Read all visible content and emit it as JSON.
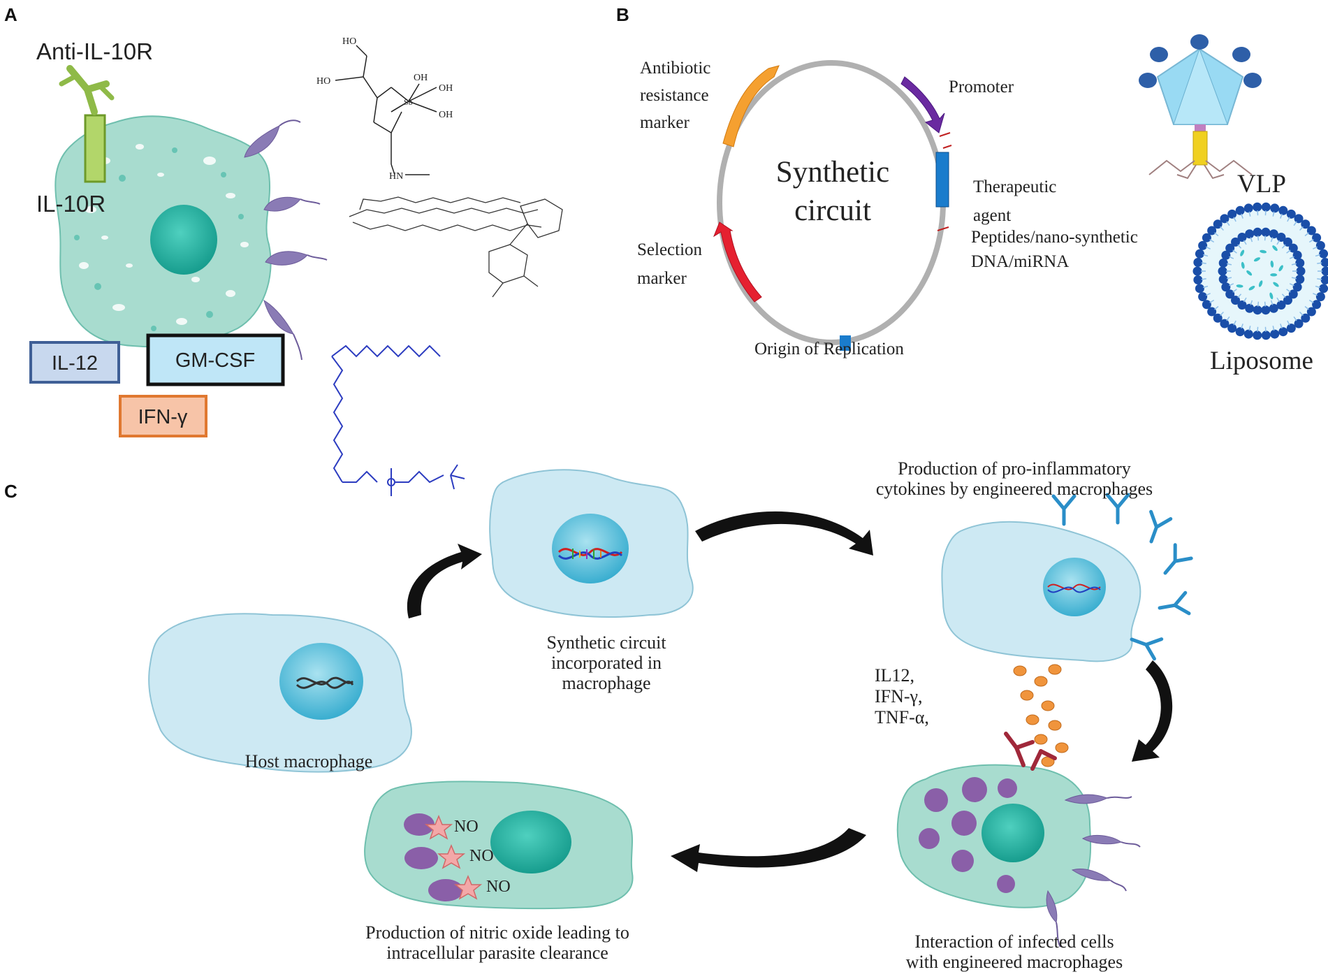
{
  "panel_a": {
    "letter": "A",
    "anti_il10r": "Anti-IL-10R",
    "il10r": "IL-10R",
    "boxes": {
      "il12": "IL-12",
      "gmcsf": "GM-CSF",
      "ifng": "IFN-γ"
    },
    "chem_labels": {
      "ho1": "HO",
      "ho2": "HO",
      "oh1": "OH",
      "oh2": "OH",
      "oh3": "OH",
      "sb": "Sb",
      "hn": "HN"
    },
    "colors": {
      "cell": "#a8dccf",
      "nucleus": "#2bb3a3",
      "parasite": "#8a7bb5",
      "il12_box": "#c8d8ee",
      "gmcsf_box": "#bfe6f7",
      "ifng_box": "#f7c4a8",
      "antibody": "#9dc24a",
      "lipid": "#2c3cc0"
    }
  },
  "panel_b": {
    "letter": "B",
    "circuit_title_1": "Synthetic",
    "circuit_title_2": "circuit",
    "antibiotic_1": "Antibiotic",
    "antibiotic_2": "resistance",
    "antibiotic_3": "marker",
    "promoter": "Promoter",
    "therapeutic_1": "Therapeutic",
    "therapeutic_2": "agent",
    "peptides_1": "Peptides/nano-synthetic",
    "peptides_2": "DNA/miRNA",
    "selection_1": "Selection",
    "selection_2": "marker",
    "origin": "Origin  of Replication",
    "vlp": "VLP",
    "liposome": "Liposome",
    "colors": {
      "antibiotic": "#f5a030",
      "promoter": "#6a2aa0",
      "therapeutic": "#1a7ccc",
      "selection": "#e52030",
      "origin": "#1a7ccc",
      "vlp_head": "#8fd6f2",
      "vlp_tail": "#f0d020",
      "liposome": "#1a4ea8"
    }
  },
  "panel_c": {
    "letter": "C",
    "host_label": "Host macrophage",
    "synthetic_1": "Synthetic circuit",
    "synthetic_2": "incorporated in",
    "synthetic_3": "macrophage",
    "production_1": "Production of pro-inflammatory",
    "production_2": "cytokines by engineered macrophages",
    "cytokine_1": "IL12,",
    "cytokine_2": "IFN-γ,",
    "cytokine_3": "TNF-α,",
    "interaction_1": "Interaction of infected cells",
    "interaction_2": "with engineered macrophages",
    "nitric_1": "Production of nitric oxide leading to",
    "nitric_2": "intracellular parasite clearance",
    "no_labels": [
      "NO",
      "NO",
      "NO"
    ],
    "colors": {
      "cell_light": "#cde9f3",
      "nucleus_light": "#6cc3dc",
      "cytokine": "#f0943c",
      "antibody": "#2a8ec8",
      "receptor": "#a0283a"
    }
  }
}
